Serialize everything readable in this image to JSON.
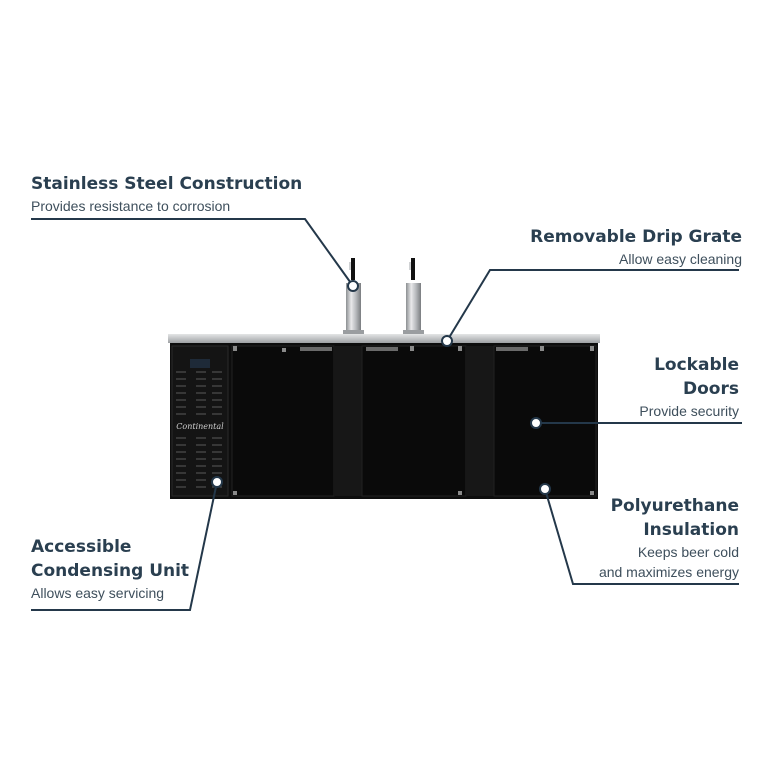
{
  "colors": {
    "text": "#2a3f50",
    "leader": "#24384a",
    "cabinet": "#0d0d0d",
    "steel": "#c8cacc"
  },
  "callouts": {
    "steel": {
      "title": "Stainless Steel Construction",
      "desc": "Provides resistance to corrosion"
    },
    "drip": {
      "title": "Removable Drip Grate",
      "desc": "Allow easy cleaning"
    },
    "doors": {
      "title_line1": "Lockable",
      "title_line2": "Doors",
      "desc": "Provide security"
    },
    "poly": {
      "title_line1": "Polyurethane",
      "title_line2": "Insulation",
      "desc_line1": "Keeps beer cold",
      "desc_line2": "and maximizes energy"
    },
    "cond": {
      "title_line1": "Accessible",
      "title_line2": "Condensing Unit",
      "desc": "Allows easy servicing"
    }
  },
  "product": {
    "brand_logo": "Continental"
  }
}
